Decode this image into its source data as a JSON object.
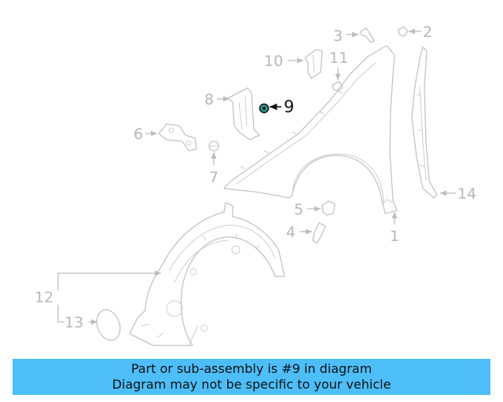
{
  "diagram": {
    "callouts": [
      "1",
      "2",
      "3",
      "4",
      "5",
      "6",
      "7",
      "8",
      "9",
      "10",
      "11",
      "12",
      "13",
      "14"
    ],
    "highlighted_part": "9",
    "highlight_color": "#2a9d8f"
  },
  "banner": {
    "line1": "Part or sub-assembly is #9 in diagram",
    "line2": "Diagram may not be specific to your vehicle",
    "background": "#4dbef8"
  }
}
